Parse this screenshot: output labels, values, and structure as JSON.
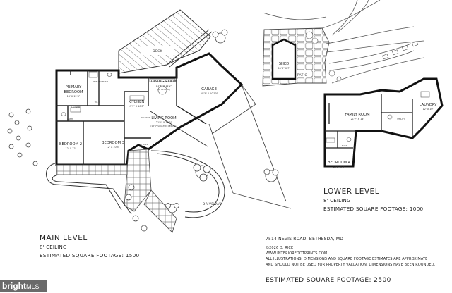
{
  "main_level": {
    "title": "MAIN LEVEL",
    "ceiling": "8' CEILING",
    "sqft": "ESTIMATED SQUARE FOOTAGE: 1500"
  },
  "lower_level": {
    "title": "LOWER LEVEL",
    "ceiling": "8' CEILING",
    "sqft": "ESTIMATED SQUARE FOOTAGE: 1000"
  },
  "property": {
    "address": "7514 NEVIS ROAD, BETHESDA, MD",
    "copyright": "@2026 D. RICE",
    "website": "WWW.INTERIORFOOTPRINTS.COM",
    "disclaimer_1": "ALL ILLUSTRATIONS, DIMENSIONS AND SQUARE FOOTAGE ESTIMATES ARE APPROXIMATE",
    "disclaimer_2": "AND  SHOULD NOT BE USED FOR PROPERTY VALUATION. DIMENSIONS HAVE BEEN ROUNDED.",
    "total_sqft": "ESTIMATED SQUARE FOOTAGE: 2500"
  },
  "exterior": {
    "deck": "DECK",
    "driveway": "DRIVEWAY",
    "patio": "PATIO"
  },
  "rooms_main": {
    "primary_bedroom": {
      "name_1": "PRIMARY",
      "name_2": "BEDROOM",
      "dim": "13' X 12'8\""
    },
    "primary_bath": {
      "name": "PRIMARY BATH"
    },
    "wic": {
      "name": "W.I.C."
    },
    "laundry_main": {
      "name": "LAUNDRY"
    },
    "bath_main": {
      "name": "BATH"
    },
    "dining_room": {
      "name": "DINING ROOM",
      "dim": "11'9\" X 11'2\"",
      "note": "(8' CEILING)"
    },
    "kitchen": {
      "name": "KITCHEN",
      "dim": "13'1\" X 10'8\""
    },
    "garage": {
      "name": "GARAGE",
      "dim": "20'3\" X 10'10\""
    },
    "living_room": {
      "name": "LIVING ROOM",
      "dim": "21'1\" X 13'5\"",
      "note": "(12'6\" VAULTED CEILING)"
    },
    "bedroom_2": {
      "name": "BEDROOM 2",
      "dim": "12' X 12'"
    },
    "bedroom_3": {
      "name": "BEDROOM 3",
      "dim": "12' X 10'5\""
    },
    "foyer": {
      "name": "FOYER"
    },
    "planter": {
      "name": "PLANTER"
    }
  },
  "rooms_lower": {
    "shed": {
      "name": "SHED",
      "dim": "11'8\" X 7'"
    },
    "family_room": {
      "name": "FAMILY ROOM",
      "dim": "21'7\" X 14'"
    },
    "laundry": {
      "name": "LAUNDRY",
      "dim": "12' X 10'"
    },
    "utility": {
      "name": "UTILITY"
    },
    "bath_lower": {
      "name": "BATH"
    },
    "bedroom_4": {
      "name": "BEDROOM 4",
      "dim": "10'9\" X 9'"
    }
  },
  "watermark": {
    "text": "bright",
    "suffix": "MLS"
  }
}
